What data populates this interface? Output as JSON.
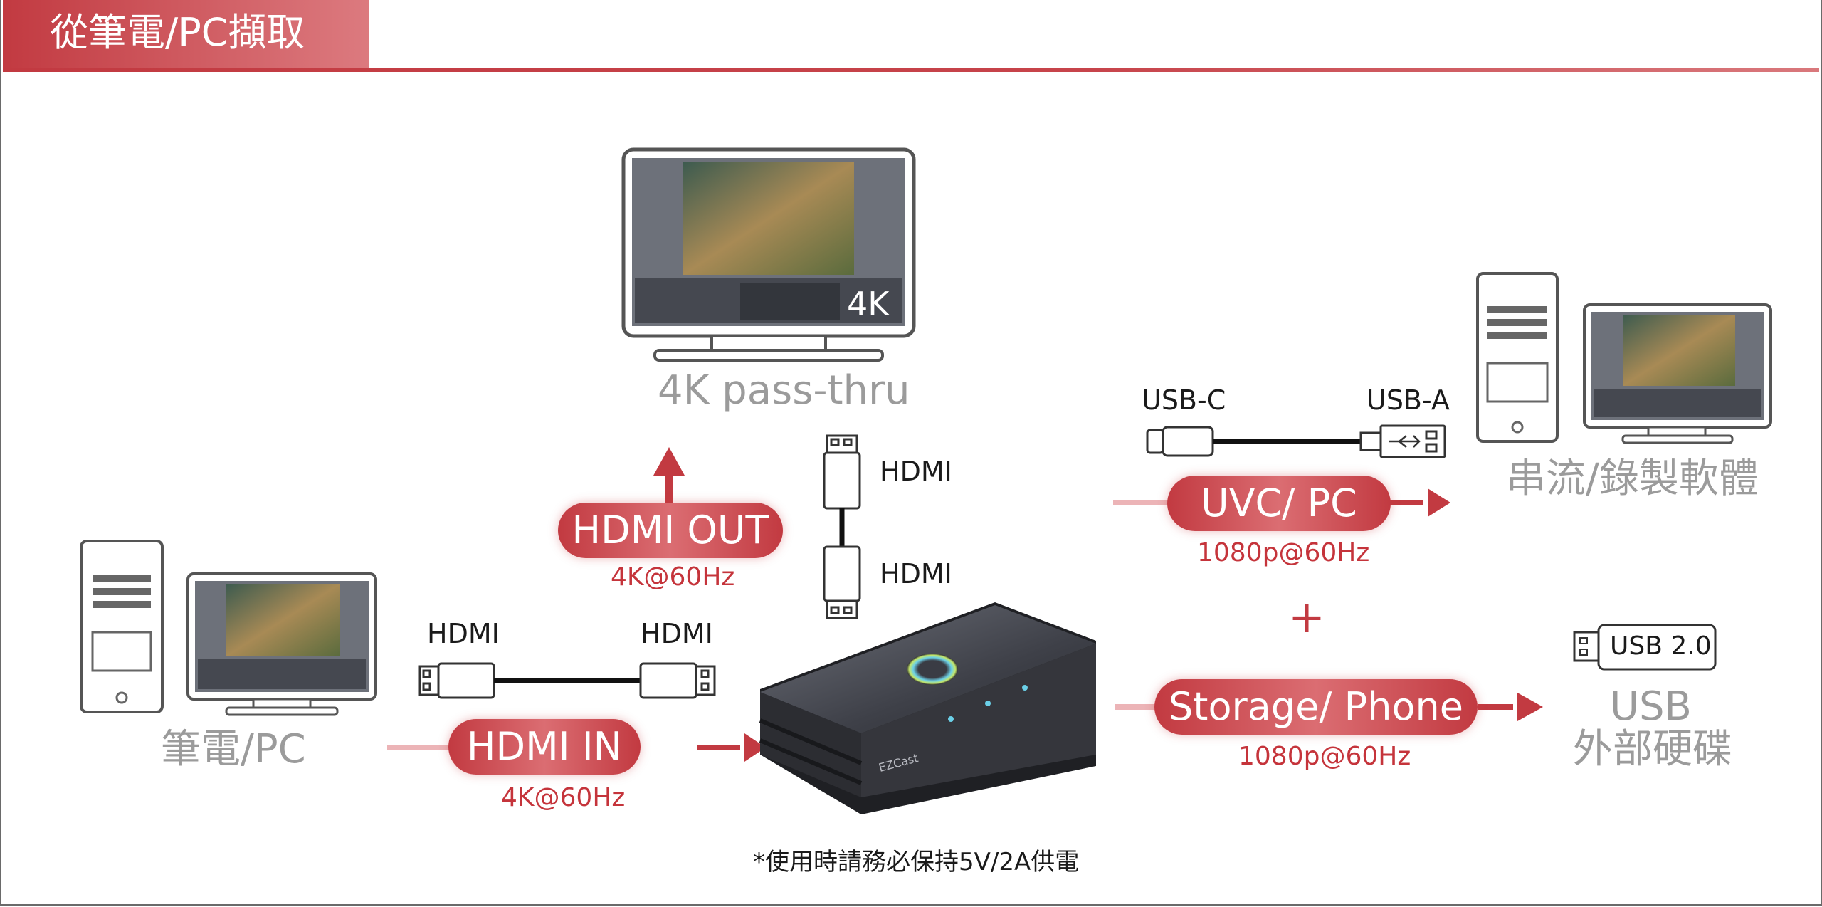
{
  "header": {
    "title": "從筆電/PC擷取"
  },
  "monitor_4k": {
    "badge": "4K",
    "label": "4K pass-thru"
  },
  "hdmi_out": {
    "label": "HDMI OUT",
    "spec": "4K@60Hz"
  },
  "hdmi_vertical": {
    "top_label": "HDMI",
    "bottom_label": "HDMI"
  },
  "laptop_pc": {
    "label": "筆電/PC"
  },
  "hdmi_horizontal": {
    "left_label": "HDMI",
    "right_label": "HDMI"
  },
  "hdmi_in": {
    "label": "HDMI IN",
    "spec": "4K@60Hz"
  },
  "usb_cable": {
    "left_label": "USB-C",
    "right_label": "USB-A"
  },
  "uvc_pc": {
    "label": "UVC/ PC",
    "spec": "1080p@60Hz"
  },
  "streaming_pc": {
    "label": "串流/錄製軟體"
  },
  "plus_sign": "+",
  "storage_phone": {
    "label": "Storage/ Phone",
    "spec": "1080p@60Hz"
  },
  "usb_drive": {
    "tag": "USB 2.0",
    "label_line1": "USB",
    "label_line2": "外部硬碟"
  },
  "device": {
    "brand": "EZCast"
  },
  "footnote": "*使用時請務必保持5V/2A供電",
  "colors": {
    "accent": "#c23a41",
    "gray_text": "#9b9b9b"
  }
}
